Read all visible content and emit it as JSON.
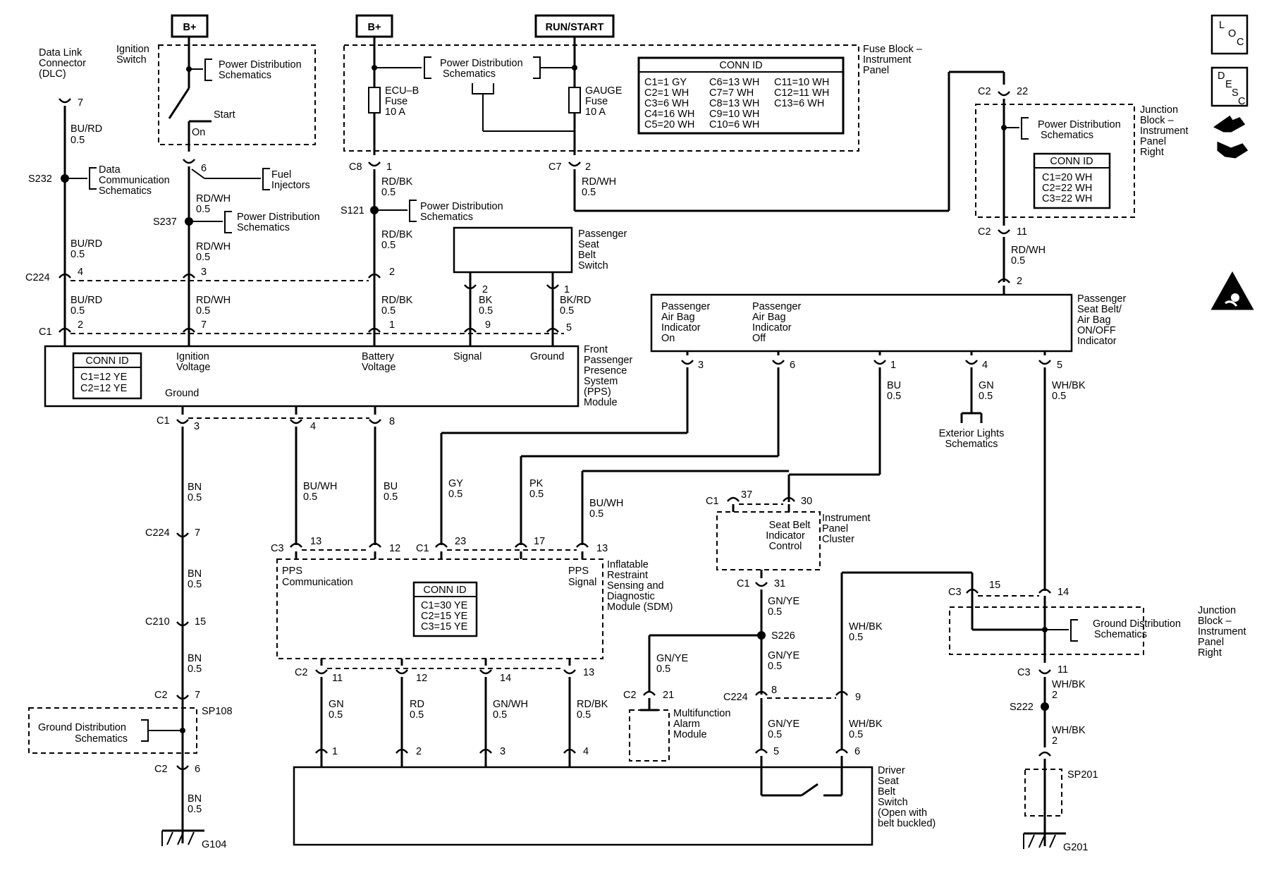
{
  "tags": {
    "b1": "B+",
    "b2": "B+",
    "run": "RUN/START"
  },
  "ignition": {
    "title": [
      "Ignition",
      "Switch"
    ],
    "pd": [
      "Power Distribution",
      "Schematics"
    ],
    "start": "Start",
    "on": "On",
    "pin6": "6",
    "fuel": [
      "Fuel",
      "Injectors"
    ],
    "wire1": [
      "RD/WH",
      "0.5"
    ],
    "s237": "S237",
    "pd2": [
      "Power Distribution",
      "Schematics"
    ],
    "wire2": [
      "RD/WH",
      "0.5"
    ],
    "c224pin": "3",
    "wire3": [
      "RD/WH",
      "0.5"
    ],
    "c1pin": "7"
  },
  "dlc": {
    "title": [
      "Data Link",
      "Connector",
      "(DLC)"
    ],
    "pin": "7",
    "wire1": [
      "BU/RD",
      "0.5"
    ],
    "s232": "S232",
    "dc": [
      "Data",
      "Communication",
      "Schematics"
    ],
    "wire2": [
      "BU/RD",
      "0.5"
    ],
    "c224": "C224",
    "c224pin": "4",
    "wire3": [
      "BU/RD",
      "0.5"
    ],
    "c1": "C1",
    "c1pin": "2"
  },
  "fuseblock": {
    "title": [
      "Fuse Block –",
      "Instrument",
      "Panel"
    ],
    "pd": [
      "Power Distribution",
      "Schematics"
    ],
    "ecub": [
      "ECU–B",
      "Fuse",
      "10 A"
    ],
    "gauge": [
      "GAUGE",
      "Fuse",
      "10 A"
    ],
    "c8": "C8",
    "c8pin": "1",
    "c7": "C7",
    "c7pin": "2",
    "conn_title": "CONN ID",
    "conn": [
      [
        "C1=1 GY",
        "C2=1 WH",
        "C3=6 WH",
        "C4=16 WH",
        "C5=20 WH"
      ],
      [
        "C6=13 WH",
        "C7=7 WH",
        "C8=13 WH",
        "C9=10 WH",
        "C10=6 WH"
      ],
      [
        "C11=10 WH",
        "C12=11 WH",
        "C13=6 WH"
      ]
    ]
  },
  "battery": {
    "wire1": [
      "RD/BK",
      "0.5"
    ],
    "s121": "S121",
    "pd": [
      "Power Distribution",
      "Schematics"
    ],
    "wire2": [
      "RD/BK",
      "0.5"
    ],
    "c224pin": "2",
    "wire3": [
      "RD/BK",
      "0.5"
    ],
    "c1pin": "1"
  },
  "gauge_wire": [
    "RD/WH",
    "0.5"
  ],
  "pssw": {
    "title": [
      "Passenger",
      "Seat",
      "Belt",
      "Switch"
    ],
    "pin2": "2",
    "pin1": "1",
    "w1": [
      "BK",
      "0.5"
    ],
    "w2": [
      "BK/RD",
      "0.5"
    ],
    "c1pin9": "9",
    "c1pin5": "5"
  },
  "pps": {
    "conn_title": "CONN ID",
    "conn": [
      "C1=12 YE",
      "C2=12 YE"
    ],
    "ign": [
      "Ignition",
      "Voltage"
    ],
    "bat": [
      "Battery",
      "Voltage"
    ],
    "signal": "Signal",
    "ground": "Ground",
    "gnd": "Ground",
    "title": [
      "Front",
      "Passenger",
      "Presence",
      "System",
      "(PPS)",
      "Module"
    ],
    "c1": "C1",
    "p3": "3",
    "p4": "4",
    "p8": "8"
  },
  "jb": {
    "c2top": "C2",
    "p22": "22",
    "pd": [
      "Power Distribution",
      "Schematics"
    ],
    "conn_title": "CONN ID",
    "conn": [
      "C1=20 WH",
      "C2=22 WH",
      "C3=22 WH"
    ],
    "title": [
      "Junction",
      "Block –",
      "Instrument",
      "Panel",
      "Right"
    ],
    "c2bot": "C2",
    "p11": "11",
    "wire": [
      "RD/WH",
      "0.5"
    ],
    "p2": "2"
  },
  "ind": {
    "on": [
      "Passenger",
      "Air Bag",
      "Indicator",
      "On"
    ],
    "off": [
      "Passenger",
      "Air Bag",
      "Indicator",
      "Off"
    ],
    "title": [
      "Passenger",
      "Seat Belt/",
      "Air Bag",
      "ON/OFF",
      "Indicator"
    ],
    "p3": "3",
    "p6": "6",
    "p1": "1",
    "p4": "4",
    "p5": "5",
    "bu": [
      "BU",
      "0.5"
    ],
    "gn": [
      "GN",
      "0.5"
    ],
    "whbk": [
      "WH/BK",
      "0.5"
    ],
    "ext": [
      "Exterior Lights",
      "Schematics"
    ]
  },
  "gnd104": {
    "bn1": [
      "BN",
      "0.5"
    ],
    "c224": "C224",
    "c224pin": "7",
    "bn2": [
      "BN",
      "0.5"
    ],
    "c210": "C210",
    "c210pin": "15",
    "bn3": [
      "BN",
      "0.5"
    ],
    "c2a": "C2",
    "c2apin": "7",
    "sp108": "SP108",
    "gd": [
      "Ground Distribution",
      "Schematics"
    ],
    "c2b": "C2",
    "c2bpin": "6",
    "bn4": [
      "BN",
      "0.5"
    ],
    "g104": "G104"
  },
  "sdm": {
    "buwh": [
      "BU/WH",
      "0.5"
    ],
    "bu": [
      "BU",
      "0.5"
    ],
    "gy": [
      "GY",
      "0.5"
    ],
    "pk": [
      "PK",
      "0.5"
    ],
    "buwh2": [
      "BU/WH",
      "0.5"
    ],
    "c3": "C3",
    "p13": "13",
    "p12": "12",
    "c1": "C1",
    "p23": "23",
    "p17": "17",
    "p13b": "13",
    "comm": [
      "PPS",
      "Communication"
    ],
    "sig": [
      "PPS",
      "Signal"
    ],
    "title": [
      "Inflatable",
      "Restraint",
      "Sensing and",
      "Diagnostic",
      "Module (SDM)"
    ],
    "conn_title": "CONN ID",
    "conn": [
      "C1=30 YE",
      "C2=15 YE",
      "C3=15 YE"
    ],
    "c2": "C2",
    "b11": "11",
    "b12": "12",
    "b14": "14",
    "b13": "13",
    "gn": [
      "GN",
      "0.5"
    ],
    "rd": [
      "RD",
      "0.5"
    ],
    "gnwh": [
      "GN/WH",
      "0.5"
    ],
    "rdbk": [
      "RD/BK",
      "0.5"
    ]
  },
  "ipc": {
    "c1": "C1",
    "p37": "37",
    "p30": "30",
    "ctl": [
      "Seat Belt",
      "Indicator",
      "Control"
    ],
    "title": [
      "Instrument",
      "Panel",
      "Cluster"
    ],
    "c1b": "C1",
    "p31": "31",
    "gnye": [
      "GN/YE",
      "0.5"
    ],
    "s226": "S226",
    "gnye2": [
      "GN/YE",
      "0.5"
    ],
    "gnye3": [
      "GN/YE",
      "0.5"
    ],
    "c2": "C2",
    "p21": "21",
    "mf": [
      "Multifunction",
      "Alarm",
      "Module"
    ],
    "c224": "C224",
    "p8": "8",
    "p9": "9",
    "whbk": [
      "WH/BK",
      "0.5"
    ],
    "gnye4": [
      "GN/YE",
      "0.5"
    ],
    "whbk2": [
      "WH/BK",
      "0.5"
    ],
    "whbk3": [
      "WH/BK",
      "0.5"
    ]
  },
  "driver": {
    "p1": "1",
    "p2": "2",
    "p3": "3",
    "p4": "4",
    "p5": "5",
    "p6": "6",
    "title": [
      "Driver",
      "Seat",
      "Belt",
      "Switch",
      "(Open with",
      "belt buckled)"
    ]
  },
  "jb2": {
    "c3": "C3",
    "p15": "15",
    "p14": "14",
    "gd": [
      "Ground Distribution",
      "Schematics"
    ],
    "title": [
      "Junction",
      "Block –",
      "Instrument",
      "Panel",
      "Right"
    ],
    "c3b": "C3",
    "p11": "11",
    "whbk": [
      "WH/BK",
      "2"
    ],
    "s222": "S222",
    "whbk2": [
      "WH/BK",
      "2"
    ],
    "sp201": "SP201",
    "g201": "G201"
  },
  "icons": {
    "loc": [
      "L",
      "O",
      "C"
    ],
    "desc": [
      "D",
      "E",
      "S",
      "C"
    ]
  }
}
